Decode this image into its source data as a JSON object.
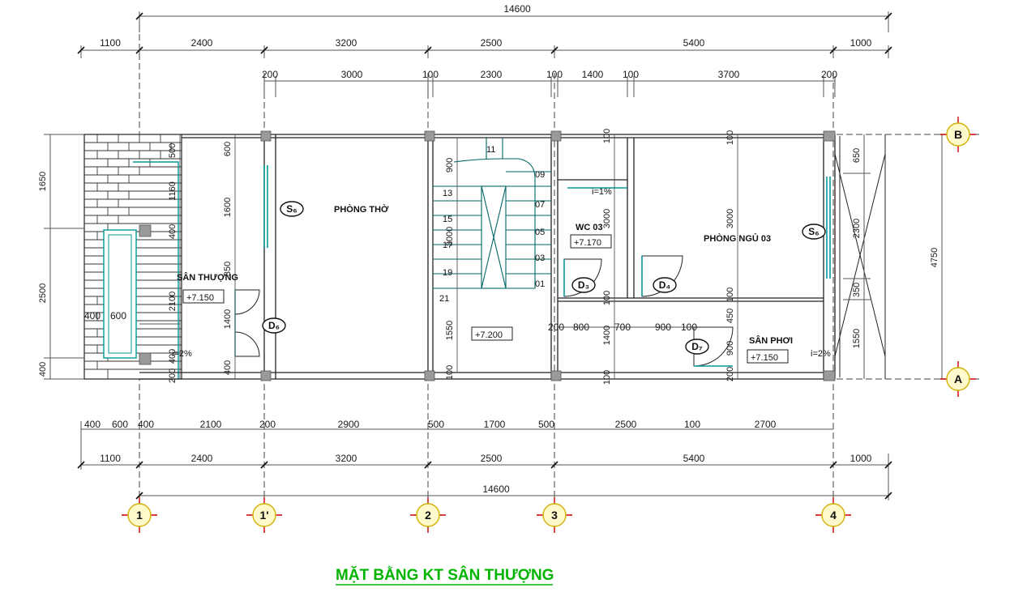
{
  "colors": {
    "dimension": "#555555",
    "wall": "#222222",
    "cyan": "#009999",
    "stair_green": "#006666",
    "grid_marker": "#cc0000",
    "title": "#00b400"
  },
  "title": "MẶT BẰNG KT SÂN THƯỢNG",
  "top_total": "14600",
  "bottom_total": "14600",
  "top_row1": [
    "1100",
    "2400",
    "3200",
    "2500",
    "5400",
    "1000"
  ],
  "bottom_row2": [
    "1100",
    "2400",
    "3200",
    "2500",
    "5400",
    "1000"
  ],
  "top_row2": [
    "200",
    "3000",
    "100",
    "2300",
    "100",
    "1400",
    "100",
    "3700",
    "200"
  ],
  "bottom_row1": [
    "400",
    "600",
    "400",
    "2100",
    "200",
    "2900",
    "500",
    "1700",
    "500",
    "2500",
    "100",
    "2700"
  ],
  "left_dims": [
    "1650",
    "2500",
    "400"
  ],
  "right_total": "4750",
  "right_dims": [
    "650",
    "2300",
    "350",
    "1550"
  ],
  "interior_dims": {
    "left_col": [
      "500",
      "1160",
      "400",
      "2100",
      "400",
      "200"
    ],
    "door_col": [
      "600",
      "1600",
      "350",
      "1400",
      "400"
    ],
    "stair_col": [
      "900",
      "3000",
      "1550",
      "100"
    ],
    "wc_col": [
      "100",
      "3000",
      "100",
      "1400",
      "100"
    ],
    "bed_col": [
      "100",
      "3000",
      "100",
      "450",
      "900",
      "200"
    ],
    "horizontal": [
      "400",
      "600",
      "200",
      "800",
      "700",
      "900",
      "100"
    ]
  },
  "rooms": {
    "phong_tho": "PHÒNG THỜ",
    "san_thuong": "SÂN THƯỢNG",
    "wc": "WC 03",
    "phong_ngu": "PHÒNG NGỦ 03",
    "san_phoi": "SÂN PHƠI"
  },
  "levels": {
    "san_thuong": "+7.150",
    "wc": "+7.170",
    "stair": "+7.200",
    "san_phoi": "+7.150"
  },
  "slopes": {
    "s1": "i=2%",
    "s2": "i=1%",
    "s3": "i=2%"
  },
  "stair_steps": [
    "11",
    "09",
    "13",
    "07",
    "15",
    "05",
    "17",
    "03",
    "19",
    "01",
    "21"
  ],
  "door_tags": {
    "d6": "D₆",
    "d3": "D₃",
    "d4": "D₄",
    "d7": "D₇"
  },
  "window_tags": {
    "s6a": "S₆",
    "s6b": "S₆"
  },
  "grid_columns": [
    "1",
    "1'",
    "2",
    "3",
    "4"
  ],
  "grid_rows": [
    "B",
    "A"
  ]
}
